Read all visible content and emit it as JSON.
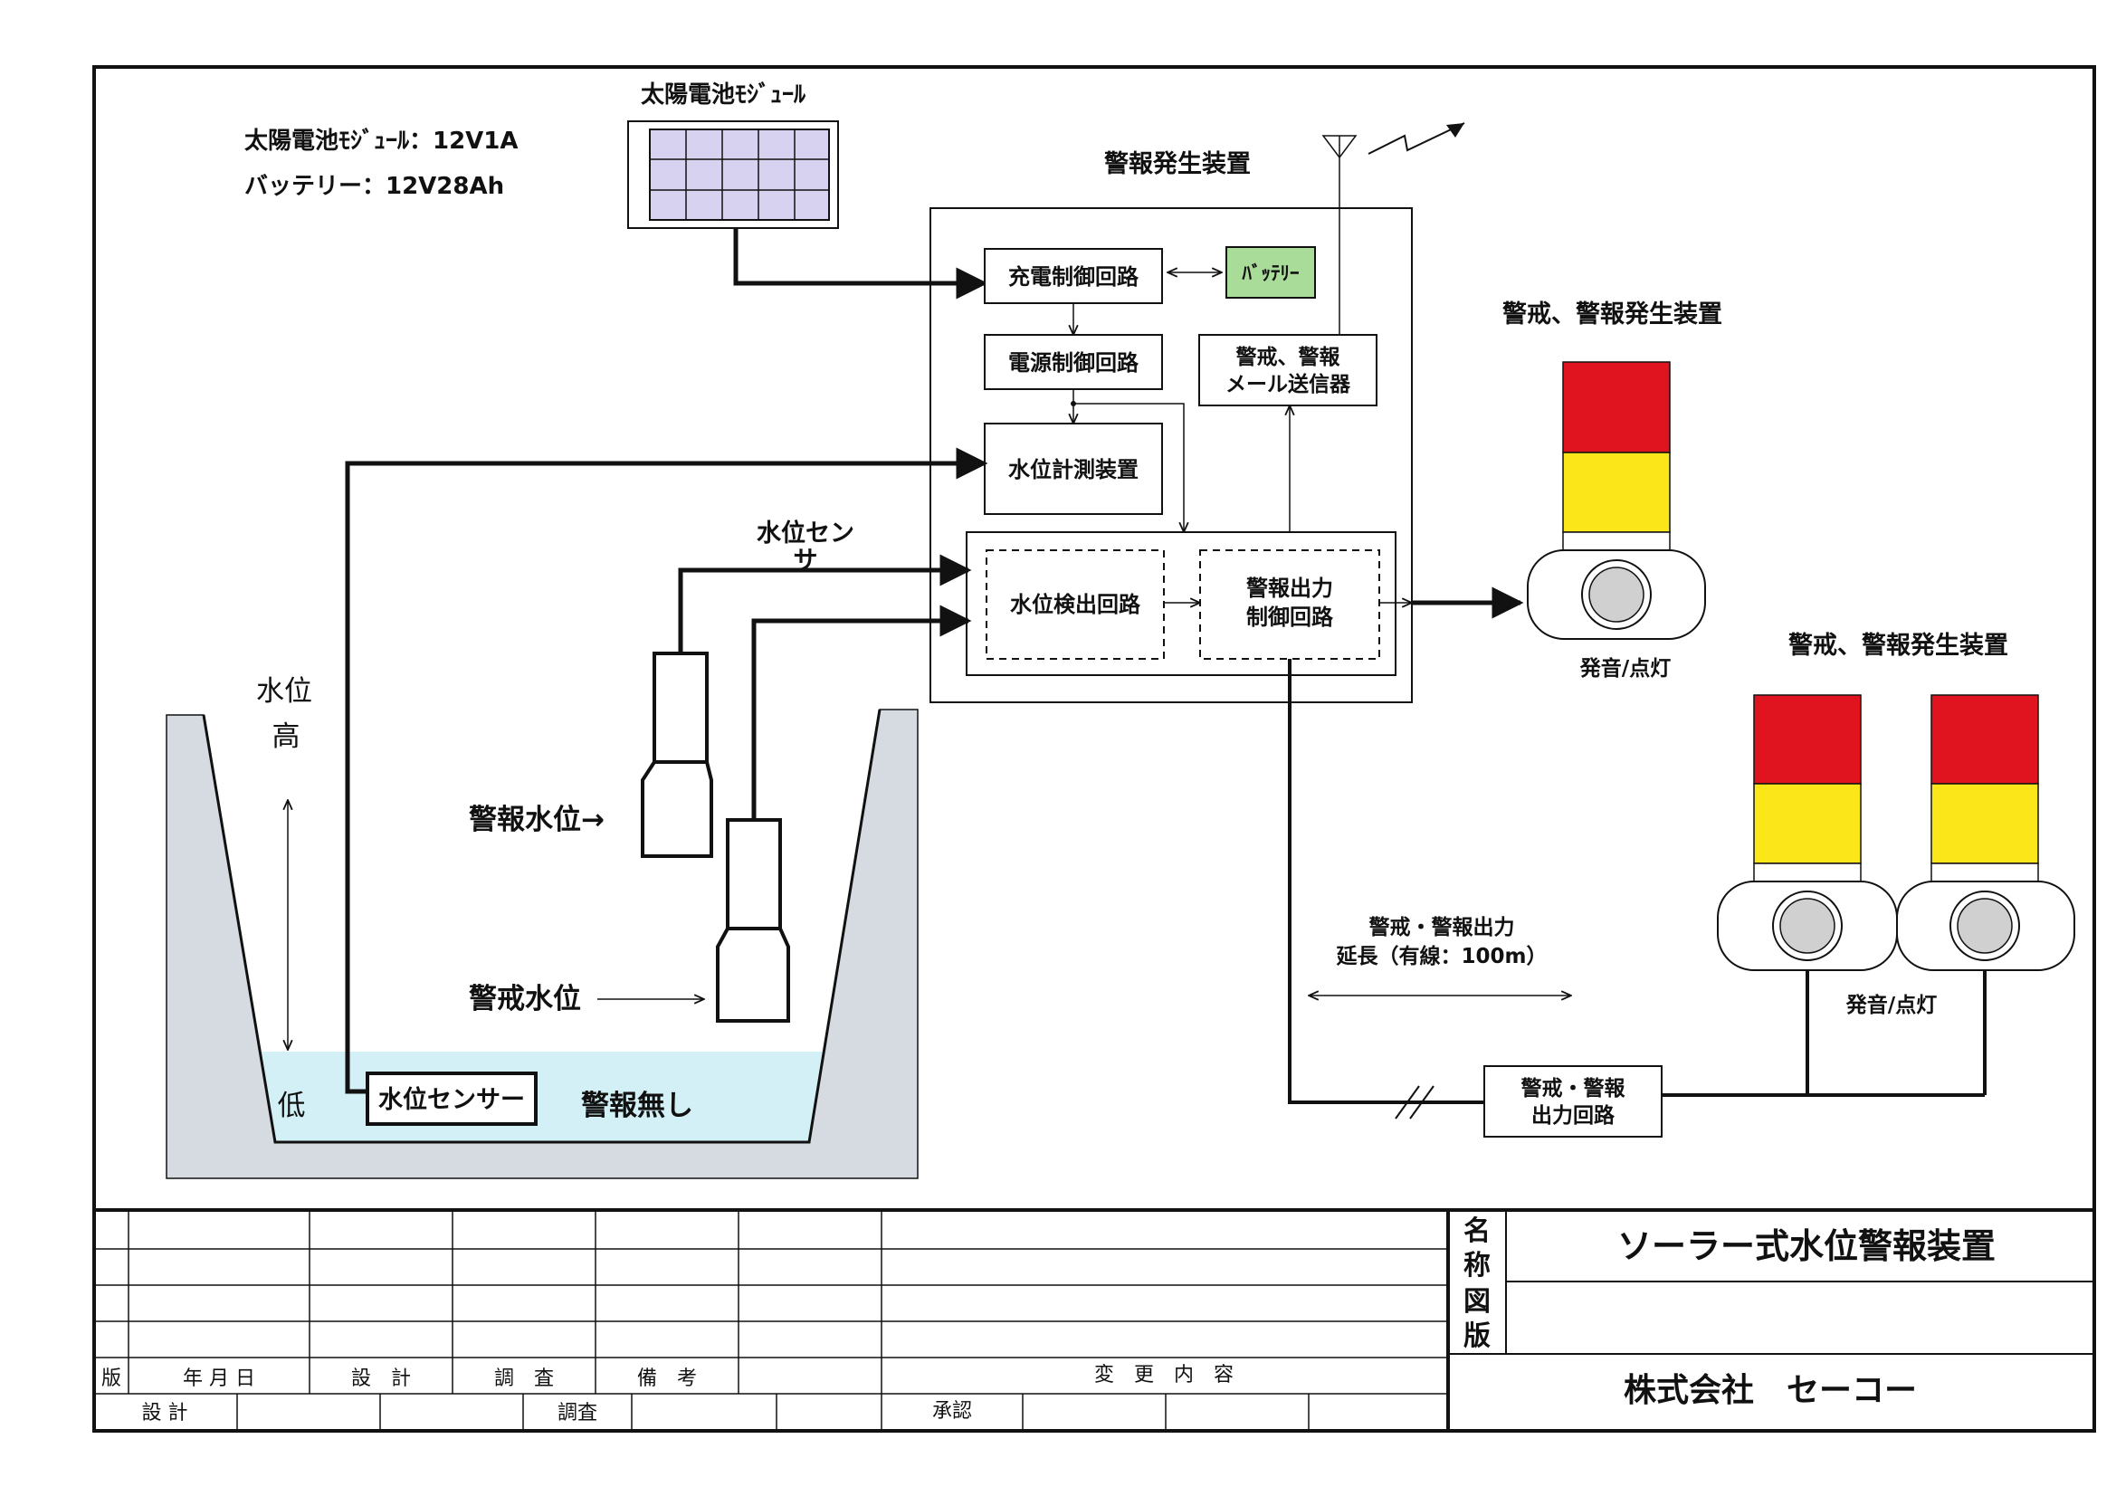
{
  "specs": {
    "solar": "太陽電池ﾓｼﾞｭｰﾙ：12V1A",
    "battery": "バッテリー：12V28Ah"
  },
  "solar_panel": {
    "title": "太陽電池ﾓｼﾞｭｰﾙ"
  },
  "alarm_device": {
    "title": "警報発生装置",
    "charge_ctrl": "充電制御回路",
    "battery": "ﾊﾞｯﾃﾘｰ",
    "power_ctrl": "電源制御回路",
    "mail_tx_1": "警戒、警報",
    "mail_tx_2": "メール送信器",
    "level_meter": "水位計測装置",
    "level_detect": "水位検出回路",
    "alarm_out_1": "警報出力",
    "alarm_out_2": "制御回路"
  },
  "sensor_label_1": "水位セン",
  "sensor_label_2": "サ",
  "channel": {
    "level": "水位",
    "high": "高",
    "low": "低",
    "alarm_level": "警報水位→",
    "caution_level": "警戒水位",
    "sensor": "水位センサー",
    "no_alarm": "警報無し"
  },
  "beacon_1": {
    "title": "警戒、警報発生装置",
    "caption": "発音/点灯"
  },
  "beacon_2": {
    "title": "警戒、警報発生装置",
    "caption": "発音/点灯"
  },
  "extension": {
    "line1": "警戒・警報出力",
    "line2": "延長（有線：100m）"
  },
  "remote_out": {
    "line1": "警戒・警報",
    "line2": "出力回路"
  },
  "title_block": {
    "name_label": [
      "名",
      "称"
    ],
    "drawing_label": [
      "図",
      "版"
    ],
    "title": "ソーラー式水位警報装置",
    "company": "株式会社　セーコー",
    "headers": [
      "版",
      "年 月 日",
      "設　計",
      "調　査",
      "備　考",
      "変　更　内　容"
    ],
    "bottom": [
      "設 計",
      "調査",
      "承認"
    ]
  },
  "colors": {
    "red": "#e0141e",
    "yellow": "#fae619",
    "battery_fill": "#a8dc98",
    "water": "#d2f0f5",
    "concrete": "#d5dbe0",
    "solar_cell": "#d7d2f0"
  }
}
